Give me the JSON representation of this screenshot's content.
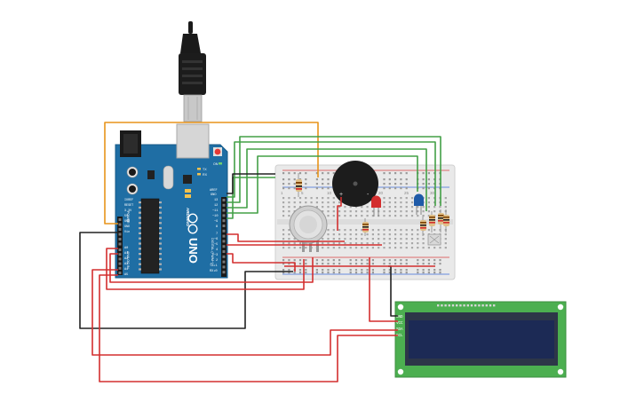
{
  "arduino": {
    "brand": "ARDUINO",
    "model": "UNO",
    "top_header_labels": [
      "AREF",
      "GND",
      "13",
      "12",
      "~11",
      "~10",
      "~9",
      "8",
      "7",
      "~6",
      "~5",
      "4",
      "~3",
      "2",
      "TX▸1",
      "RX◂0"
    ],
    "power_header_labels": [
      "IOREF",
      "RESET",
      "3.3V",
      "5V",
      "GND",
      "GND",
      "Vin"
    ],
    "analog_header_labels": [
      "A0",
      "A1",
      "A2",
      "A3",
      "A4",
      "A5"
    ],
    "digital_label": "DIGITAL (PWM~)",
    "power_label": "POWER",
    "analog_label": "ANALOG IN",
    "tx_label": "TX",
    "rx_label": "RX",
    "on_label": "ON"
  },
  "lcd": {
    "pin_labels": [
      "GND",
      "VCC",
      "SDA",
      "SCL"
    ]
  },
  "buzzer": {
    "plus_label": "+",
    "minus_label": "-"
  },
  "breadboard": {
    "column_numbers_top": [
      "1",
      "5",
      "10",
      "15",
      "20",
      "25",
      "30"
    ],
    "row_letters": [
      "a",
      "b",
      "c",
      "d",
      "e",
      "f",
      "g",
      "h",
      "i",
      "j"
    ]
  },
  "colors": {
    "board_blue": "#1f6ea4",
    "breadboard": "#ededed",
    "lcd_green": "#4caf50",
    "lcd_screen": "#1c2a4a",
    "wire_red": "#d32f2f",
    "wire_green": "#43a047",
    "wire_black": "#222222",
    "wire_orange": "#e8941a"
  }
}
